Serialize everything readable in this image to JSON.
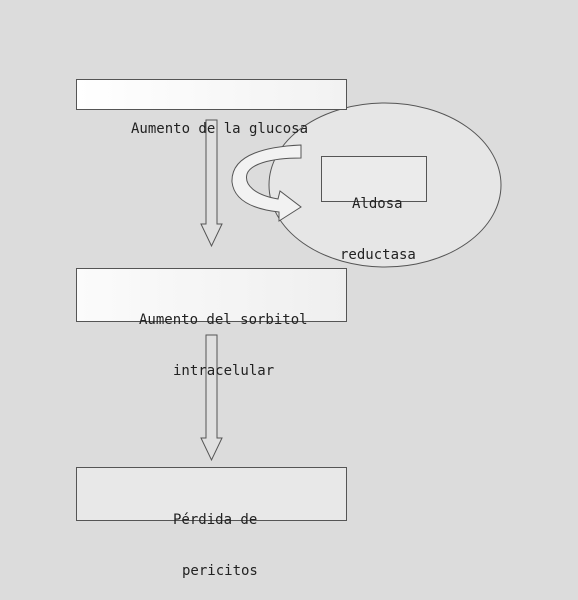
{
  "nodes": {
    "glucose": {
      "lines": [
        "Aumento de la glucosa"
      ]
    },
    "sorbitol": {
      "lines": [
        "Aumento del sorbitol",
        "intracelular"
      ]
    },
    "pericitos": {
      "lines": [
        "Pérdida de",
        "pericitos"
      ]
    },
    "aldosa": {
      "lines": [
        "Aldosa",
        "reductasa"
      ]
    }
  },
  "colors": {
    "background": "#dcdcdc",
    "stroke": "#555555",
    "ellipse_fill": "#e6e6e6",
    "arrow_fill": "#e0e0e0"
  }
}
